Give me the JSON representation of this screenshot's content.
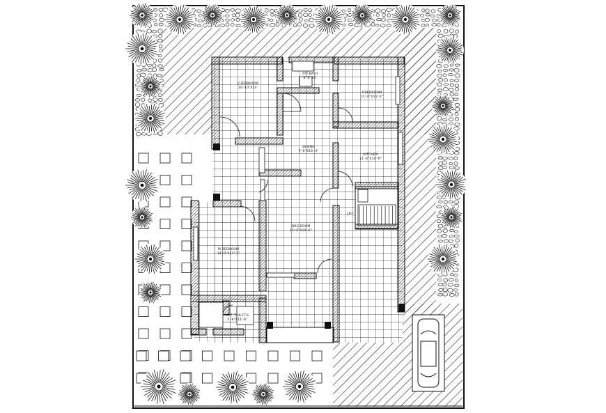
{
  "rooms": {
    "c_bedroom": {
      "name": "C.BEDROOM",
      "size": "10'-10\"X14'"
    },
    "att_bath": {
      "name": "ATT.BATH",
      "size": "8'-6\"X5'"
    },
    "p_bedroom": {
      "name": "P.BEDROOM",
      "size": "11'-0\"X11'-0\""
    },
    "dining": {
      "name": "DINING",
      "size": "9'-6\"X15'-4\""
    },
    "kitchen": {
      "name": "KITCHEN",
      "size": "11'-4\"X10'-6\""
    },
    "drg_room": {
      "name": "DRG.ROOM",
      "size": "15'-0\"X19'-6\""
    },
    "m_bedroom": {
      "name": "M.BEDROOM",
      "size": "11'-0\"X17'-3\""
    },
    "att_toilet": {
      "name": "ATT. TOILET'S",
      "size": "5'-6\"X11'-6\""
    }
  },
  "fixtures": {
    "lift_label": "LIFT"
  },
  "colors": {
    "ink": "#111111",
    "paper": "#ffffff"
  },
  "icons": [
    "tree-symbol-icon",
    "car-symbol-icon",
    "stair-symbol-icon"
  ]
}
